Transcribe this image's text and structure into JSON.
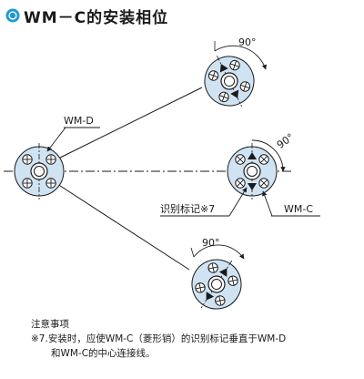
{
  "header": {
    "icon": "target-bullet-icon",
    "accent_color": "#1b9ad6",
    "title": "WM－C的安装相位"
  },
  "diagram": {
    "flange_fill": "#cfe3f3",
    "line_color": "#1a1a1a",
    "labels": {
      "wm_d": "WM-D",
      "wm_c": "WM-C",
      "mark": "识别标记※7"
    },
    "angles": {
      "top": "90°",
      "mid": "90°",
      "bottom": "90°"
    }
  },
  "notes": {
    "heading": "注意事项",
    "line1": "※7.安装时，应使WM-C（菱形销）的识别标记垂直于WM-D",
    "line2": "和WM-C的中心连接线。"
  }
}
